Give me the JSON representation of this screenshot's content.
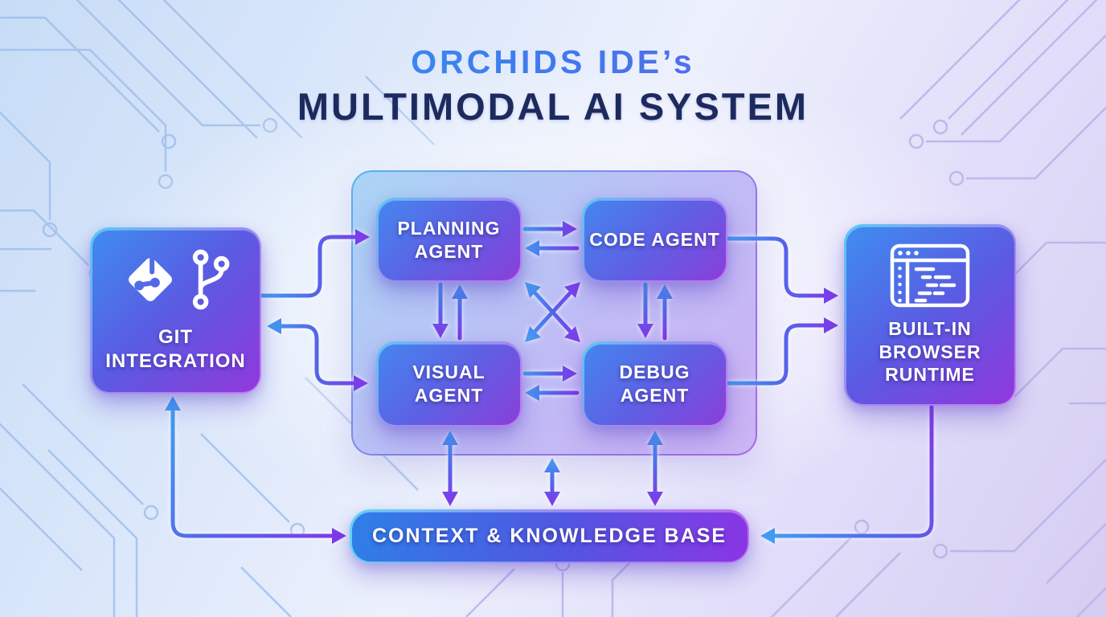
{
  "title": {
    "brand": "ORCHIDS IDE’s",
    "main": "MULTIMODAL AI SYSTEM"
  },
  "nodes": {
    "git": {
      "label": "GIT INTEGRATION",
      "icons": [
        "git-logo-icon",
        "git-branch-icon"
      ]
    },
    "planning": {
      "label": "PLANNING AGENT"
    },
    "code": {
      "label": "CODE AGENT"
    },
    "visual": {
      "label": "VISUAL AGENT"
    },
    "debug": {
      "label": "DEBUG AGENT"
    },
    "browser": {
      "label": "BUILT-IN BROWSER RUNTIME",
      "icons": [
        "browser-code-window-icon"
      ]
    },
    "context": {
      "label": "CONTEXT & KNOWLEDGE BASE"
    }
  },
  "connections": [
    {
      "from": "git",
      "to": "planning",
      "bidirectional": false
    },
    {
      "from": "center",
      "to": "git",
      "bidirectional": true,
      "also_to": "visual"
    },
    {
      "from": "planning",
      "to": "code",
      "bidirectional": true
    },
    {
      "from": "planning",
      "to": "visual",
      "bidirectional": true
    },
    {
      "from": "code",
      "to": "debug",
      "bidirectional": true
    },
    {
      "from": "visual",
      "to": "debug",
      "bidirectional": true
    },
    {
      "from": "planning",
      "to": "debug",
      "bidirectional": true
    },
    {
      "from": "visual",
      "to": "code",
      "bidirectional": true
    },
    {
      "from": "code",
      "to": "browser",
      "bidirectional": false
    },
    {
      "from": "debug",
      "to": "browser",
      "bidirectional": false
    },
    {
      "from": "visual",
      "to": "context",
      "bidirectional": true
    },
    {
      "from": "panel",
      "to": "context",
      "bidirectional": true
    },
    {
      "from": "debug",
      "to": "context",
      "bidirectional": true
    },
    {
      "from": "git",
      "to": "context",
      "bidirectional": true
    },
    {
      "from": "browser",
      "to": "context",
      "bidirectional": false
    }
  ],
  "colors": {
    "arrow_blue": "#41a0f3",
    "arrow_indigo": "#5565e9",
    "arrow_purple": "#8436e9",
    "box_blue": "#3f8cf0",
    "box_purple": "#9138dc",
    "title_navy": "#1d2a5e",
    "title_gradient_start": "#2fabf5",
    "title_gradient_end": "#7b4be4",
    "background_blue": "#c7dcf6",
    "background_lavender": "#d5cdf1"
  }
}
